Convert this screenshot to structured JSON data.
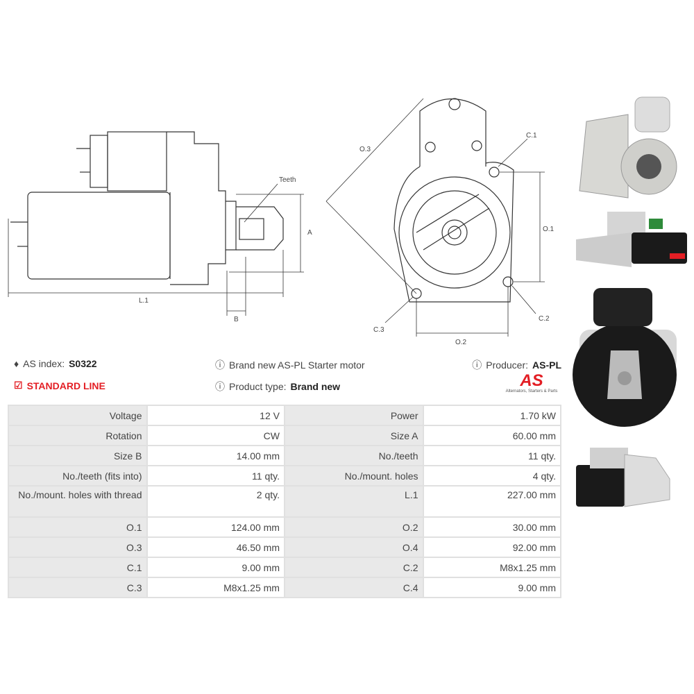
{
  "diagram_labels": {
    "teeth": "Teeth",
    "a": "A",
    "l1": "L.1",
    "b": "B",
    "o3": "O.3",
    "c1": "C.1",
    "o1": "O.1",
    "c2": "C.2",
    "c3": "C.3",
    "o2": "O.2"
  },
  "info": {
    "as_index_label": "AS index:",
    "as_index_value": "S0322",
    "line": "STANDARD LINE",
    "description": "Brand new AS-PL Starter motor",
    "product_type_label": "Product type:",
    "product_type_value": "Brand new",
    "producer_label": "Producer:",
    "producer_value": "AS-PL",
    "logo_text": "AS",
    "logo_tagline": "Alternators, Starters & Parts"
  },
  "specs": [
    {
      "l1": "Voltage",
      "v1": "12 V",
      "l2": "Power",
      "v2": "1.70 kW"
    },
    {
      "l1": "Rotation",
      "v1": "CW",
      "l2": "Size A",
      "v2": "60.00 mm"
    },
    {
      "l1": "Size B",
      "v1": "14.00 mm",
      "l2": "No./teeth",
      "v2": "11 qty."
    },
    {
      "l1": "No./teeth (fits into)",
      "v1": "11 qty.",
      "l2": "No./mount. holes",
      "v2": "4 qty."
    },
    {
      "l1": "No./mount. holes with thread",
      "v1": "2 qty.",
      "l2": "L.1",
      "v2": "227.00 mm"
    },
    {
      "l1": "O.1",
      "v1": "124.00 mm",
      "l2": "O.2",
      "v2": "30.00 mm"
    },
    {
      "l1": "O.3",
      "v1": "46.50 mm",
      "l2": "O.4",
      "v2": "92.00 mm"
    },
    {
      "l1": "C.1",
      "v1": "9.00 mm",
      "l2": "C.2",
      "v2": "M8x1.25 mm"
    },
    {
      "l1": "C.3",
      "v1": "M8x1.25 mm",
      "l2": "C.4",
      "v2": "9.00 mm"
    }
  ],
  "colors": {
    "accent": "#e31e24"
  }
}
